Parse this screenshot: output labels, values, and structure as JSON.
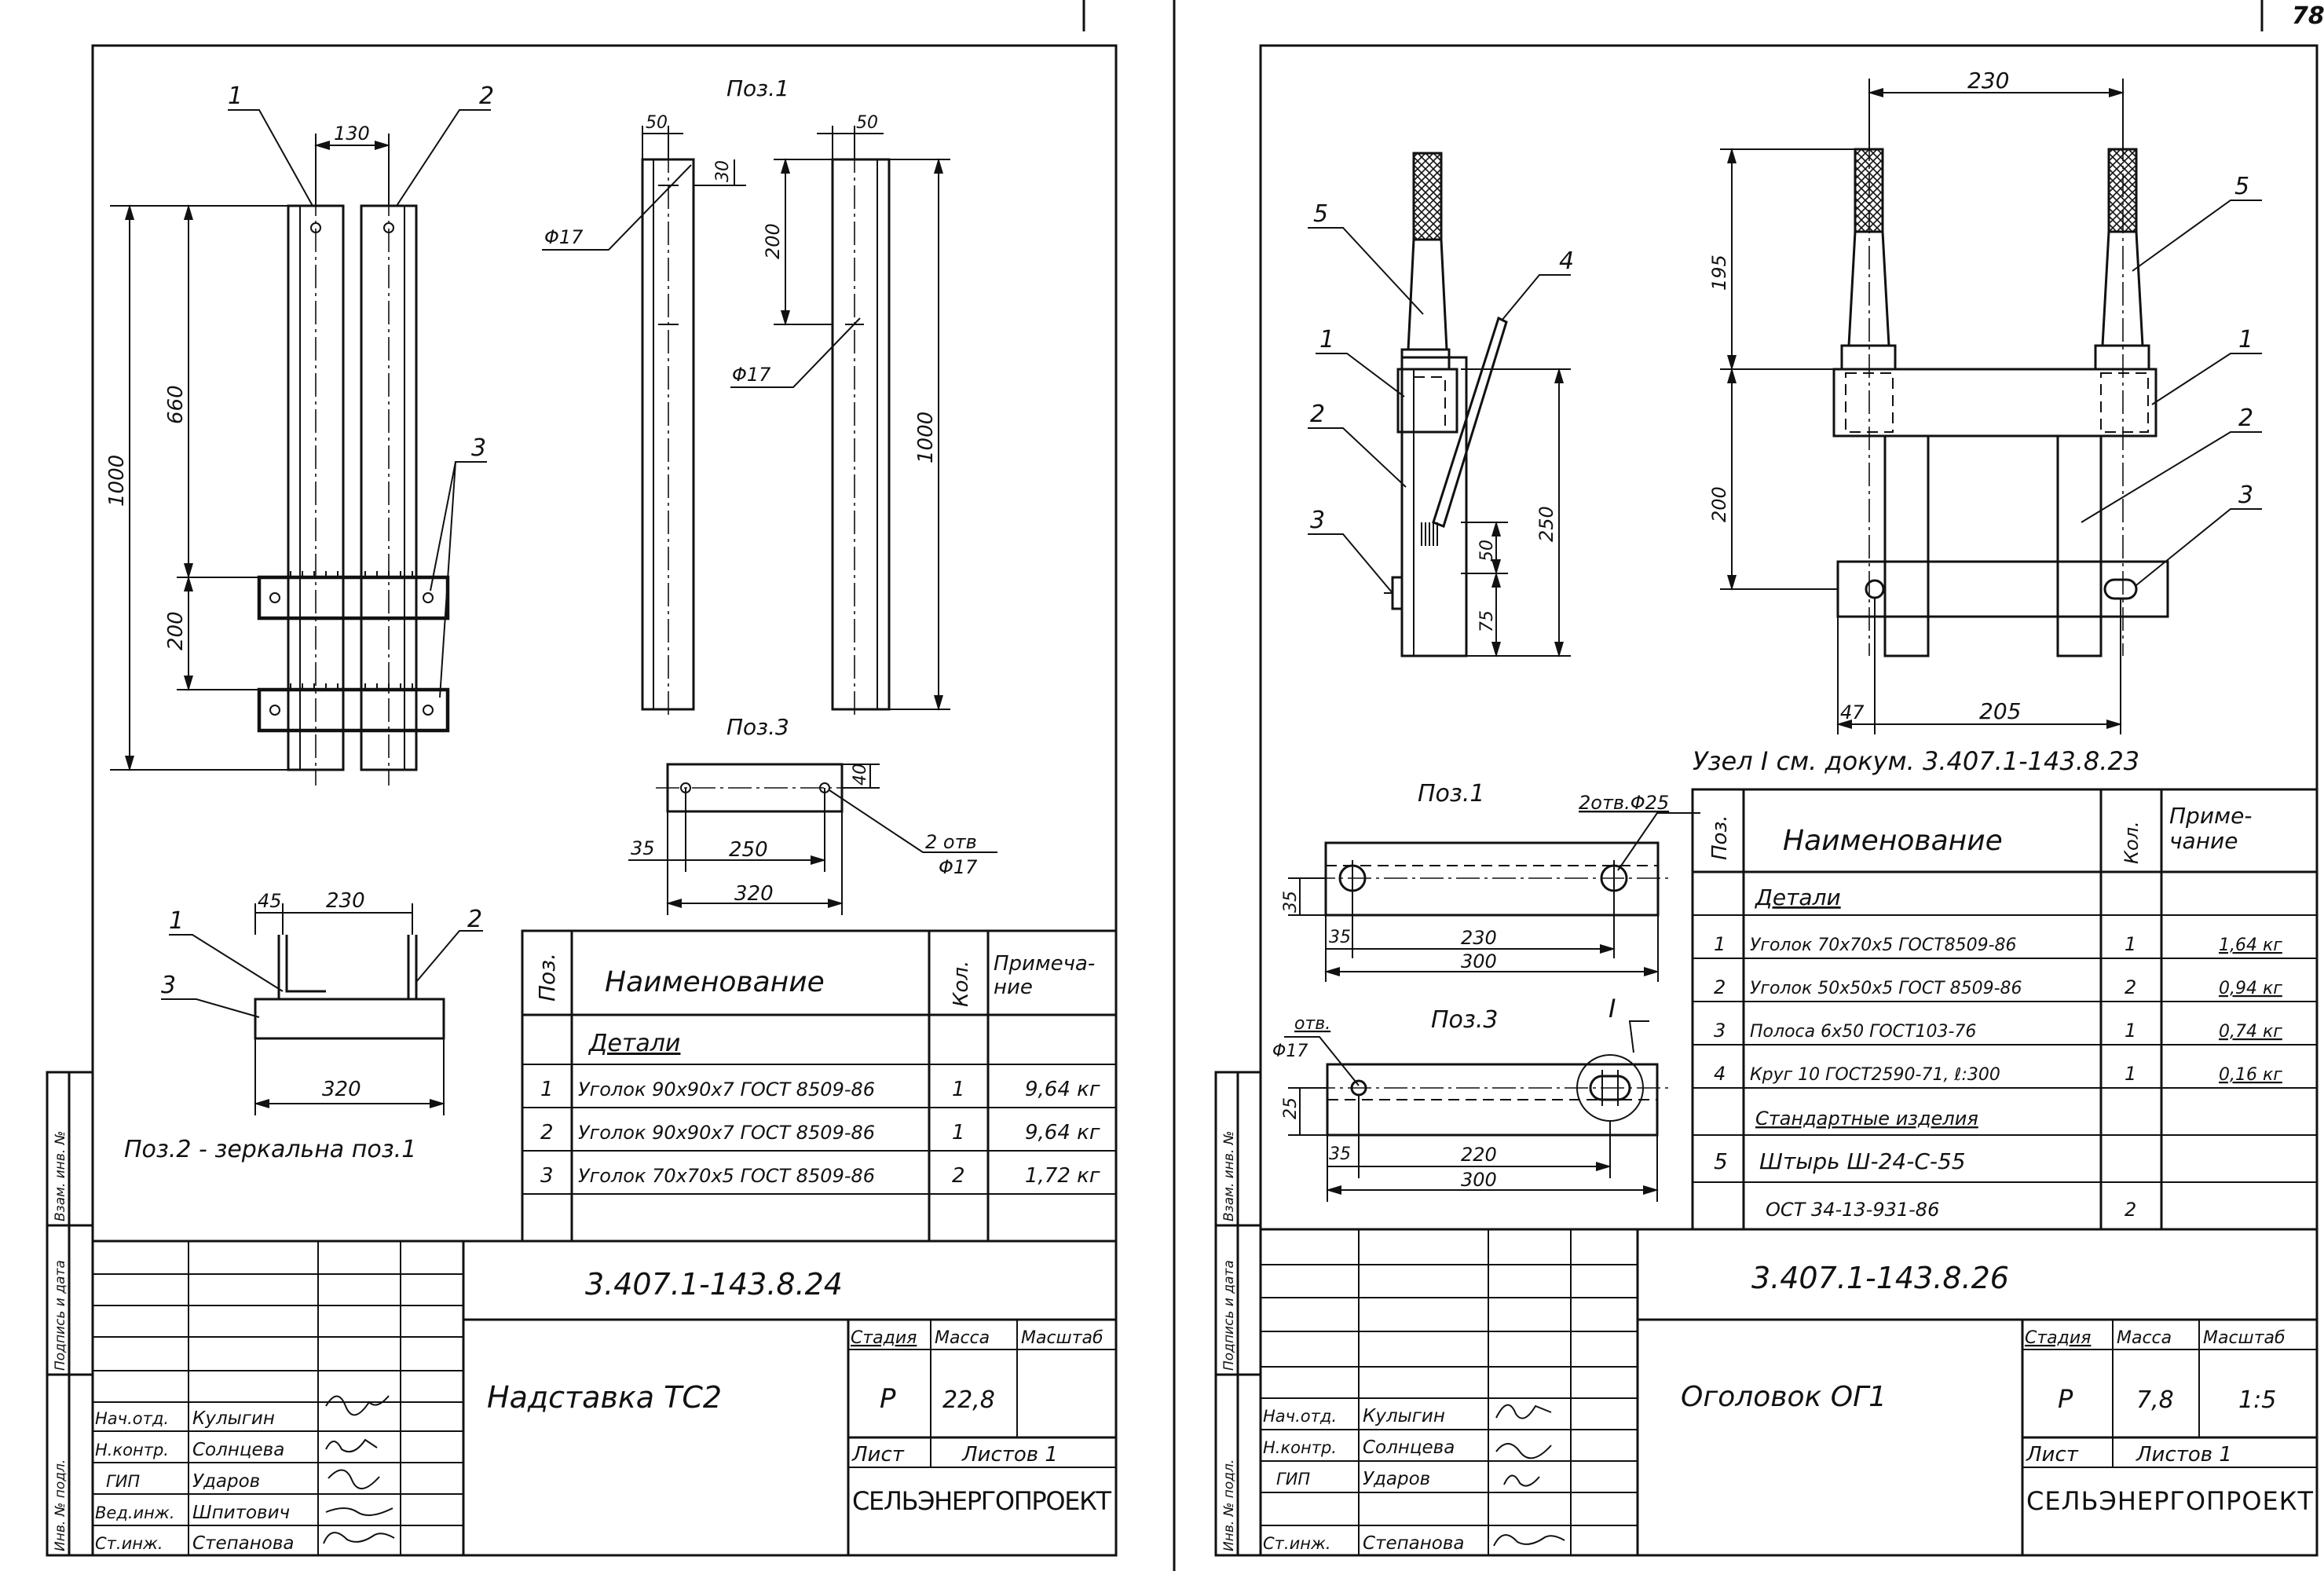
{
  "sheet_number": "78",
  "side_stamp": {
    "labels": [
      "Инв. № подл.",
      "Подпись и дата",
      "Взам. инв. №"
    ]
  },
  "left_sheet": {
    "view_pos1_title": "Поз.1",
    "view_pos3_title": "Поз.3",
    "mirror_note": "Поз.2 - зеркальна поз.1",
    "dims": {
      "d130": "130",
      "d1000": "1000",
      "d660": "660",
      "d200": "200",
      "d50a": "50",
      "d30": "30",
      "phi17a": "Φ17",
      "d50b": "50",
      "d200b": "200",
      "phi17b": "Φ17",
      "d1000b": "1000",
      "d35": "35",
      "d250": "250",
      "d40": "40",
      "d320a": "320",
      "holes": "2 отв",
      "holes_phi": "Φ17",
      "d45": "45",
      "d230": "230",
      "d320b": "320"
    },
    "callouts": {
      "c1": "1",
      "c2": "2",
      "c3": "3",
      "c1b": "1",
      "c2b": "2",
      "c3b": "3"
    },
    "spec": {
      "headers": {
        "pos": "Поз.",
        "name": "Наименование",
        "qty": "Кол.",
        "note": "Примеча-\nние"
      },
      "section": "Детали",
      "rows": [
        {
          "pos": "1",
          "name": "Уголок 90х90х7 ГОСТ 8509-86",
          "qty": "1",
          "note": "9,64 кг"
        },
        {
          "pos": "2",
          "name": "Уголок 90х90х7 ГОСТ 8509-86",
          "qty": "1",
          "note": "9,64 кг"
        },
        {
          "pos": "3",
          "name": "Уголок 70х70х5 ГОСТ 8509-86",
          "qty": "2",
          "note": "1,72 кг"
        }
      ]
    },
    "title_block": {
      "doc_code": "3.407.1-143.8.24",
      "title": "Надставка  ТС2",
      "stage_label": "Стадия",
      "mass_label": "Масса",
      "scale_label": "Масштаб",
      "stage": "Р",
      "mass": "22,8",
      "scale": "",
      "sheet_label": "Лист",
      "sheets_label": "Листов 1",
      "org": "СЕЛЬЭНЕРГОПРОЕКТ",
      "people": [
        {
          "role": "Нач.отд.",
          "name": "Кулыгин"
        },
        {
          "role": "Н.контр.",
          "name": "Солнцева"
        },
        {
          "role": "ГИП",
          "name": "Ударов"
        },
        {
          "role": "Вед.инж.",
          "name": "Шпитович"
        },
        {
          "role": "Ст.инж.",
          "name": "Степанова"
        }
      ]
    }
  },
  "right_sheet": {
    "view_pos1_title": "Поз.1",
    "view_pos3_title": "Поз.3",
    "node_note": "Узел I см. докум. 3.407.1-143.8.23",
    "node_mark": "I",
    "dims": {
      "d230": "230",
      "d195": "195",
      "d200": "200",
      "d47": "47",
      "d205": "205",
      "d250": "250",
      "d50": "50",
      "d75": "75",
      "holes25": "2отв.Φ25",
      "d35a": "35",
      "d35b": "35",
      "d230b": "230",
      "d300a": "300",
      "hole17": "отв.",
      "phi17": "Φ17",
      "d25": "25",
      "d35c": "35",
      "d220": "220",
      "d300b": "300"
    },
    "callouts": {
      "c1": "1",
      "c2": "2",
      "c3": "3",
      "c4": "4",
      "c5": "5",
      "r1": "1",
      "r2": "2",
      "r3": "3",
      "r5": "5"
    },
    "spec": {
      "headers": {
        "pos": "Поз.",
        "name": "Наименование",
        "qty": "Кол.",
        "note": "Приме-\nчание"
      },
      "section": "Детали",
      "section2": "Стандартные изделия",
      "rows": [
        {
          "pos": "1",
          "name": "Уголок 70х70х5 ГОСТ8509-86",
          "qty": "1",
          "note": "1,64 кг"
        },
        {
          "pos": "2",
          "name": "Уголок 50х50х5 ГОСТ 8509-86",
          "qty": "2",
          "note": "0,94 кг"
        },
        {
          "pos": "3",
          "name": "Полоса 6х50 ГОСТ103-76",
          "qty": "1",
          "note": "0,74 кг"
        },
        {
          "pos": "4",
          "name": "Круг 10 ГОСТ2590-71, ℓ:300",
          "qty": "1",
          "note": "0,16 кг"
        }
      ],
      "std_rows": [
        {
          "pos": "5",
          "name": "Штырь Ш-24-С-55",
          "qty": "",
          "note": ""
        },
        {
          "pos": "",
          "name": "ОСТ 34-13-931-86",
          "qty": "2",
          "note": ""
        }
      ]
    },
    "title_block": {
      "doc_code": "3.407.1-143.8.26",
      "title": "Оголовок  ОГ1",
      "stage_label": "Стадия",
      "mass_label": "Масса",
      "scale_label": "Масштаб",
      "stage": "Р",
      "mass": "7,8",
      "scale": "1:5",
      "sheet_label": "Лист",
      "sheets_label": "Листов 1",
      "org": "СЕЛЬЭНЕРГОПРОЕКТ",
      "people": [
        {
          "role": "Нач.отд.",
          "name": "Кулыгин"
        },
        {
          "role": "Н.контр.",
          "name": "Солнцева"
        },
        {
          "role": "ГИП",
          "name": "Ударов"
        },
        {
          "role": "",
          "name": ""
        },
        {
          "role": "Ст.инж.",
          "name": "Степанова"
        }
      ]
    }
  }
}
